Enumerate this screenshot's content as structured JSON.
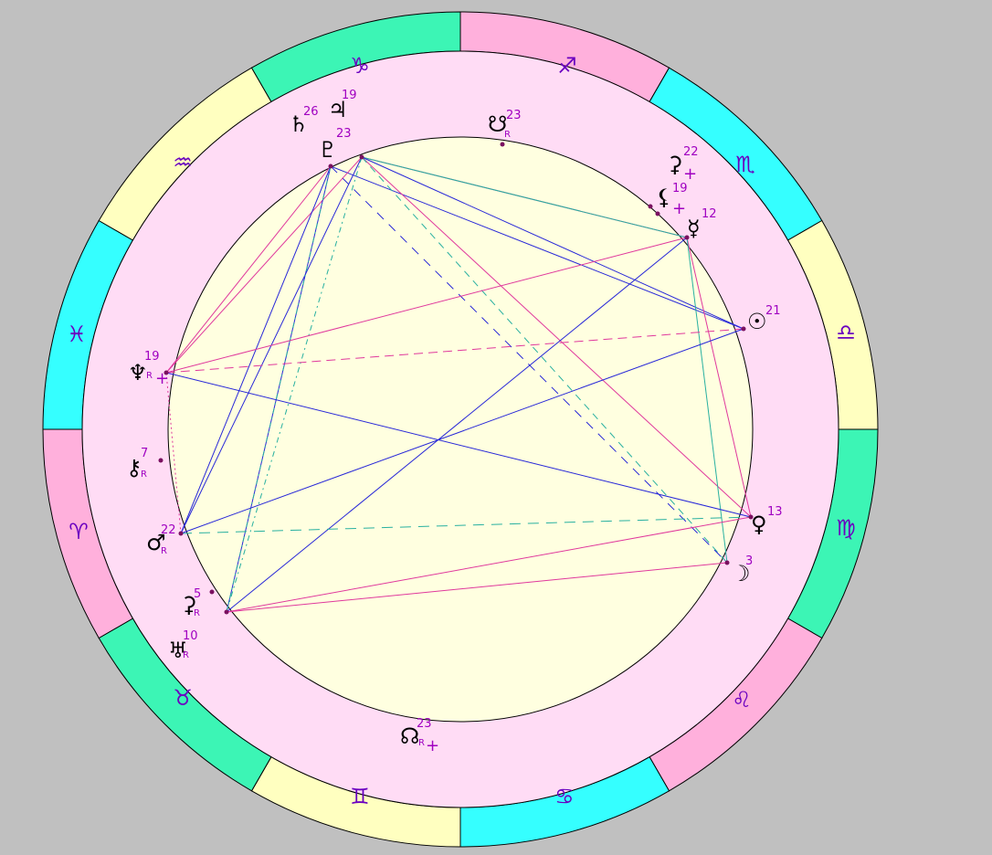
{
  "colors": {
    "background": "#c0c0c0",
    "zodiac_ring": [
      "#ffb0dc",
      "#35ffff",
      "#ffffc0",
      "#3cf5b5"
    ],
    "house_ring": "#ffdcf5",
    "inner_disc": "#ffffe0",
    "glyph": "#6a00c0",
    "aspect_magenta": "#e0389c",
    "aspect_blue": "#2828d8",
    "aspect_teal": "#28b0a0"
  },
  "signs": [
    {
      "name": "sagittarius",
      "glyph": "♐"
    },
    {
      "name": "scorpio",
      "glyph": "♏"
    },
    {
      "name": "libra",
      "glyph": "♎"
    },
    {
      "name": "virgo",
      "glyph": "♍"
    },
    {
      "name": "leo",
      "glyph": "♌"
    },
    {
      "name": "cancer",
      "glyph": "♋"
    },
    {
      "name": "gemini",
      "glyph": "♊"
    },
    {
      "name": "taurus",
      "glyph": "♉"
    },
    {
      "name": "aries",
      "glyph": "♈"
    },
    {
      "name": "pisces",
      "glyph": "♓"
    },
    {
      "name": "aquarius",
      "glyph": "♒"
    },
    {
      "name": "capricorn",
      "glyph": "♑"
    }
  ],
  "bodies": [
    {
      "name": "jupiter",
      "glyph": "♃",
      "degree": "19",
      "retro": "",
      "plus": ""
    },
    {
      "name": "saturn",
      "glyph": "♄",
      "degree": "26",
      "retro": "",
      "plus": ""
    },
    {
      "name": "pluto",
      "glyph": "♇",
      "degree": "23",
      "retro": "",
      "plus": ""
    },
    {
      "name": "south-node",
      "glyph": "☋",
      "degree": "23",
      "retro": "R",
      "plus": ""
    },
    {
      "name": "ceres-minor",
      "glyph": "⚳",
      "degree": "22",
      "retro": "",
      "plus": "+"
    },
    {
      "name": "lilith",
      "glyph": "⚸",
      "degree": "19",
      "retro": "",
      "plus": "+"
    },
    {
      "name": "mercury",
      "glyph": "☿",
      "degree": "12",
      "retro": "",
      "plus": ""
    },
    {
      "name": "sun",
      "glyph": "☉",
      "degree": "21",
      "retro": "",
      "plus": ""
    },
    {
      "name": "venus",
      "glyph": "♀",
      "degree": "13",
      "retro": "",
      "plus": ""
    },
    {
      "name": "moon",
      "glyph": "☽",
      "degree": "3",
      "retro": "",
      "plus": ""
    },
    {
      "name": "neptune",
      "glyph": "♆",
      "degree": "19",
      "retro": "R",
      "plus": "+"
    },
    {
      "name": "chiron",
      "glyph": "⚷",
      "degree": "7",
      "retro": "R",
      "plus": ""
    },
    {
      "name": "mars",
      "glyph": "♂",
      "degree": "22",
      "retro": "R",
      "plus": ""
    },
    {
      "name": "ceres",
      "glyph": "⚳",
      "degree": "5",
      "retro": "R",
      "plus": ""
    },
    {
      "name": "uranus",
      "glyph": "♅",
      "degree": "10",
      "retro": "R",
      "plus": ""
    },
    {
      "name": "north-node",
      "glyph": "☊",
      "degree": "23",
      "retro": "R",
      "plus": "+"
    }
  ]
}
